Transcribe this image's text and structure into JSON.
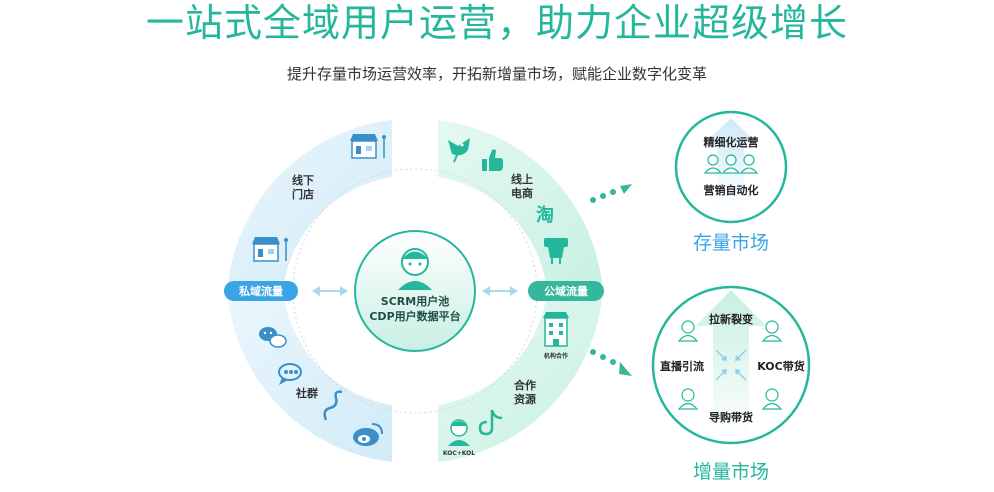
{
  "header": {
    "title": "一站式全域用户运营，助力企业超级增长",
    "subtitle": "提升存量市场运营效率，开拓新增量市场，赋能企业数字化变革"
  },
  "ring": {
    "offline_line1": "线下",
    "offline_line2": "门店",
    "online_line1": "线上",
    "online_line2": "电商",
    "community": "社群",
    "coop_line1": "合作",
    "coop_line2": "资源",
    "private_tag": "私域流量",
    "public_tag": "公域流量",
    "coop_building_label": "机构合作",
    "koc_label": "KOC+KOL",
    "taobao_glyph": "淘"
  },
  "center": {
    "line1": "SCRM用户池",
    "line2": "CDP用户数据平台"
  },
  "stock": {
    "top": "精细化运营",
    "bottom": "营销自动化",
    "caption": "存量市场"
  },
  "growth": {
    "top": "拉新裂变",
    "left": "直播引流",
    "right": "KOC带货",
    "bottom": "导购带货",
    "caption": "增量市场"
  },
  "colors": {
    "brand": "#25b79c",
    "blue_ring": "#dff1fb",
    "green_ring": "#d7f5ec",
    "tag_blue": "#3aa5e6",
    "tag_green": "#35b79e",
    "caption_blue": "#3aa5e6",
    "caption_green": "#25b79c"
  }
}
